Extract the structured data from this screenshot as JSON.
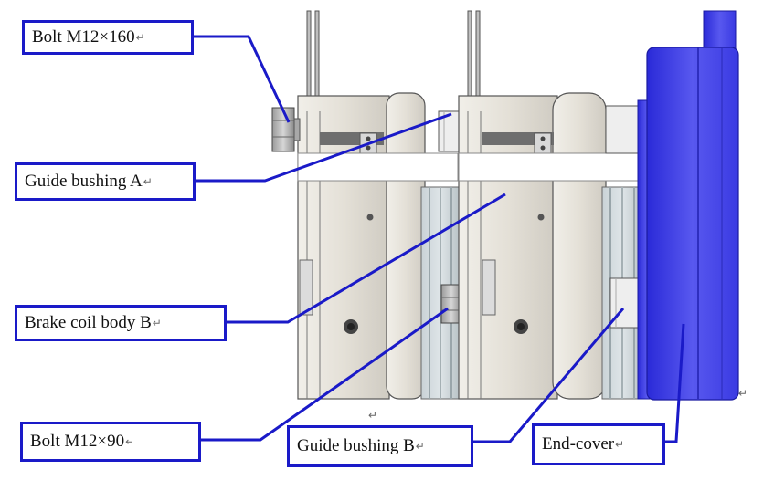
{
  "labels": {
    "bolt_m12_160": "Bolt M12×160",
    "guide_bushing_a": "Guide bushing A",
    "brake_coil_body_b": "Brake coil body B",
    "bolt_m12_90": "Bolt M12×90",
    "guide_bushing_b": "Guide bushing B",
    "end_cover": "End-cover"
  },
  "paragraph_mark": "↵",
  "colors": {
    "callout": "#1a1ac8",
    "end_cover": "#4a4aec",
    "plate": "#e7e3da"
  }
}
